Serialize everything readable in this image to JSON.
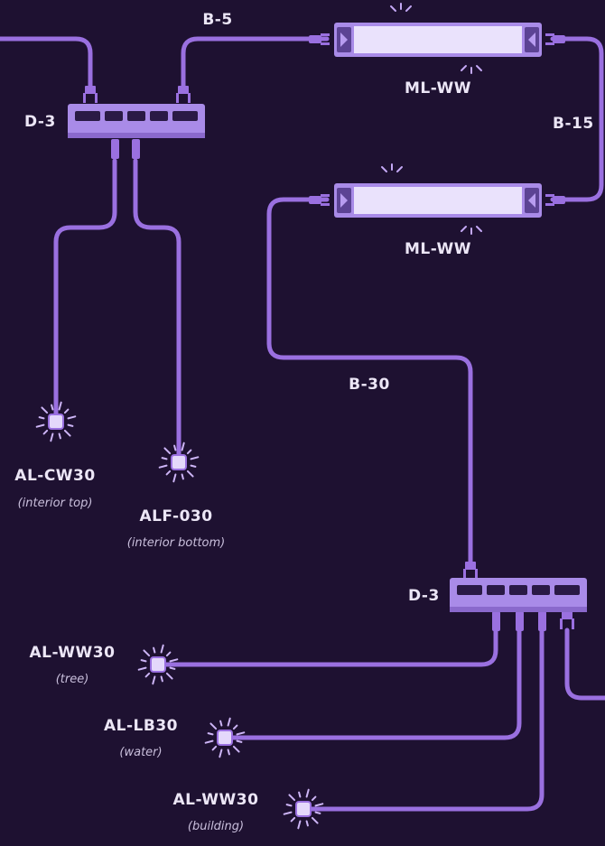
{
  "colors": {
    "background": "#1e1131",
    "cable": "#9a70e0",
    "device": "#a98be8",
    "port": "#2a1a45",
    "led": "#e4d8fb",
    "text": "#ece6f6",
    "subtext": "#c9bfdc"
  },
  "cables": {
    "top": "B-5",
    "right": "B-15",
    "middle": "B-30"
  },
  "hubs": {
    "top": "D-3",
    "bottom": "D-3"
  },
  "modules": {
    "top": "ML-WW",
    "bottom": "ML-WW"
  },
  "lights": [
    {
      "model": "AL-CW30",
      "location": "(interior top)"
    },
    {
      "model": "ALF-030",
      "location": "(interior bottom)"
    },
    {
      "model": "AL-WW30",
      "location": "(tree)"
    },
    {
      "model": "AL-LB30",
      "location": "(water)"
    },
    {
      "model": "AL-WW30",
      "location": "(building)"
    }
  ]
}
